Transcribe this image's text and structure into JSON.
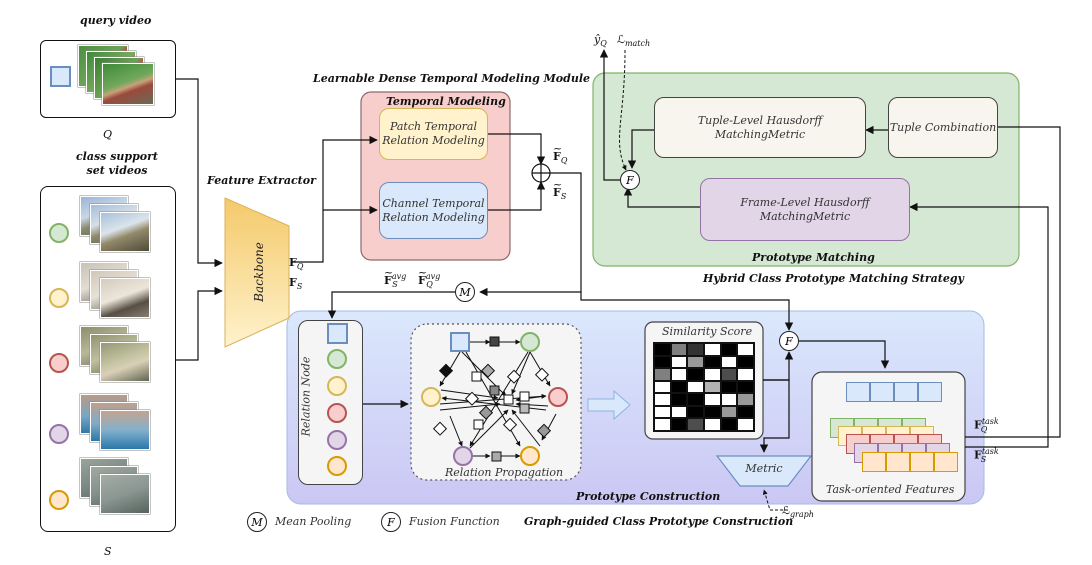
{
  "labels": {
    "query_video": "query video",
    "query_symbol": "Q",
    "support_title_line1": "class support",
    "support_title_line2": "set videos",
    "support_symbol": "S",
    "feature_extractor": "Feature Extractor",
    "backbone": "Backbone",
    "ldtm_title": "Learnable Dense Temporal Modeling Module",
    "temporal_modeling": "Temporal Modeling",
    "patch_line1": "Patch Temporal",
    "patch_line2": "Relation Modeling",
    "channel_line1": "Channel Temporal",
    "channel_line2": "Relation Modeling",
    "tuple_metric": "Tuple-Level Hausdorff MatchingMetric",
    "tuple_combination": "Tuple Combination",
    "frame_metric": "Frame-Level Hausdorff MatchingMetric",
    "prototype_matching": "Prototype Matching",
    "hybrid_strategy": "Hybrid Class Prototype Matching Strategy",
    "relation_node": "Relation Node",
    "relation_propagation": "Relation Propagation",
    "similarity_score": "Similarity Score",
    "metric": "Metric",
    "task_oriented": "Task-oriented Features",
    "prototype_construction": "Prototype Construction",
    "graph_guided": "Graph-guided Class Prototype Construction",
    "legend_m_symbol": "M",
    "legend_m_text": "Mean Pooling",
    "legend_f_symbol": "F",
    "legend_f_text": "Fusion Function",
    "fusion_symbol": "F",
    "mean_symbol": "M",
    "plus_symbol": "+"
  },
  "math": {
    "F": "F",
    "sub_Q": "Q",
    "sub_S": "S",
    "sup_avg": "avg",
    "sup_task": "task",
    "y": "ŷ",
    "L": "ℒ",
    "sub_match": "match",
    "sub_graph": "graph"
  },
  "colors": {
    "green_bg": "#d5e8d4",
    "green_border": "#82b366",
    "blue_panel_start": "#dae8fc",
    "blue_panel_end": "#c9c6f3",
    "red_bg": "#f8cecc",
    "red_border": "#b85450",
    "yellow_bg": "#fff2cc",
    "yellow_border": "#d6b656",
    "purple_bg": "#e1d5e7",
    "purple_border": "#9673a6",
    "blue_bg": "#dae8fc",
    "blue_border": "#6c8ebf",
    "orange_bg": "#ffe6cc",
    "orange_border": "#d79b00",
    "gray_bg": "#f5f5f5",
    "backbone_top": "#f4c96a",
    "backbone_bottom": "#fff2cc"
  },
  "support_node_colors": [
    "green",
    "yellow",
    "red",
    "purple",
    "orange"
  ],
  "relation_node_colors": [
    "green",
    "yellow",
    "red",
    "purple",
    "orange"
  ],
  "similarity_matrix": [
    [
      0.0,
      0.5,
      0.2,
      1.0,
      0.0,
      1.0
    ],
    [
      0.0,
      1.0,
      0.6,
      0.0,
      1.0,
      0.0
    ],
    [
      0.5,
      1.0,
      0.0,
      1.0,
      0.3,
      1.0
    ],
    [
      1.0,
      0.0,
      1.0,
      0.7,
      0.0,
      0.0
    ],
    [
      1.0,
      0.0,
      0.0,
      1.0,
      1.0,
      0.6
    ],
    [
      1.0,
      1.0,
      0.0,
      0.0,
      0.6,
      0.0
    ],
    [
      1.0,
      0.0,
      0.3,
      1.0,
      0.0,
      1.0
    ]
  ]
}
